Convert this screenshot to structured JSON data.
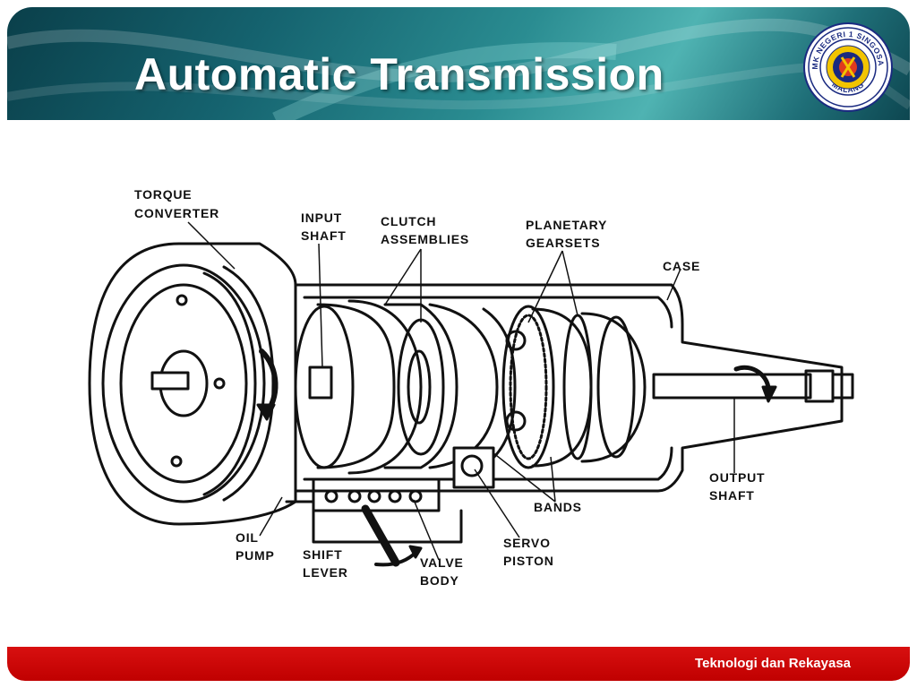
{
  "header": {
    "title": "Automatic Transmission",
    "logo": {
      "text_top": "SMK NEGERI 1 SINGOSARI",
      "text_bottom": "MALANG",
      "colors": {
        "ring": "#1a2a80",
        "gear": "#f2c400"
      }
    }
  },
  "diagram": {
    "labels": {
      "torque_converter": [
        "TORQUE",
        "CONVERTER"
      ],
      "input_shaft": [
        "INPUT",
        "SHAFT"
      ],
      "clutch_assemblies": [
        "CLUTCH",
        "ASSEMBLIES"
      ],
      "planetary_gearsets": [
        "PLANETARY",
        "GEARSETS"
      ],
      "case": [
        "CASE"
      ],
      "output_shaft": [
        "OUTPUT",
        "SHAFT"
      ],
      "bands": [
        "BANDS"
      ],
      "servo_piston": [
        "SERVO",
        "PISTON"
      ],
      "valve_body": [
        "VALVE",
        "BODY"
      ],
      "shift_lever": [
        "SHIFT",
        "LEVER"
      ],
      "oil_pump": [
        "OIL",
        "PUMP"
      ]
    }
  },
  "footer": {
    "text": "Teknologi dan Rekayasa",
    "color": "#c00000"
  }
}
